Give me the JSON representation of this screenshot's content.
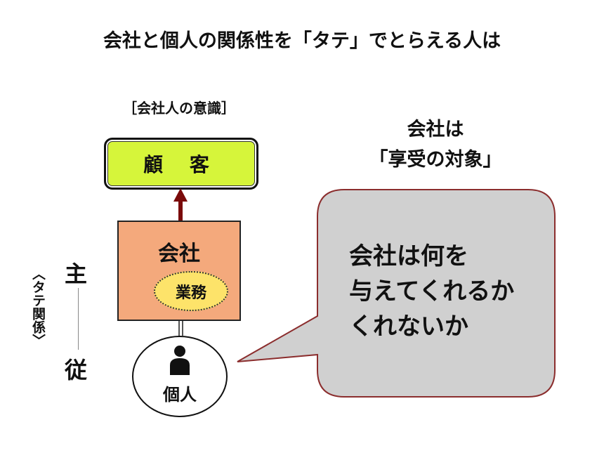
{
  "title": "会社と個人の関係性を「タテ」でとらえる人は",
  "diagram": {
    "label": "［会社人の意識］",
    "customer": "顧 客",
    "company": "会社",
    "business": "業務",
    "individual": "個人",
    "master": "主",
    "follower": "従",
    "relation": "〈タテ関係〉"
  },
  "right": {
    "line1": "会社は",
    "line2": "「享受の対象」"
  },
  "bubble": {
    "lines": [
      "会社は何を",
      "与えてくれるか",
      "くれないか"
    ]
  },
  "colors": {
    "customer": "#d6f53a",
    "company": "#f4a97c",
    "business": "#fde36a",
    "bubble": "#d0d0d0",
    "arrow": "#7a0a0a"
  }
}
